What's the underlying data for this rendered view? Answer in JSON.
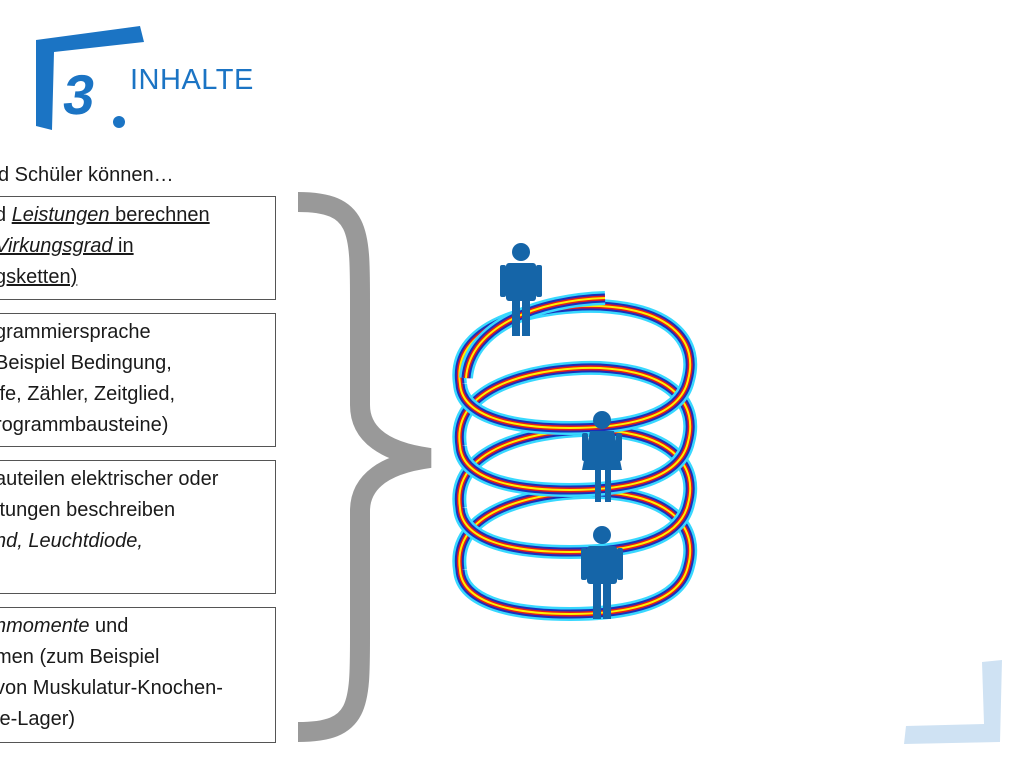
{
  "header": {
    "logo_number": "3",
    "title": "INHALTE"
  },
  "intro": "d Schüler können…",
  "boxes": [
    {
      "lines": [
        {
          "parts": [
            {
              "text": "d ",
              "style": ""
            },
            {
              "text": "Leistungen",
              "style": "u i"
            },
            {
              "text": " berechnen",
              "style": "u"
            }
          ]
        },
        {
          "parts": [
            {
              "text": "Virkungsgrad",
              "style": "u i"
            },
            {
              "text": " in",
              "style": "u"
            }
          ]
        },
        {
          "parts": [
            {
              "text": "gsketten)",
              "style": "u"
            }
          ]
        }
      ]
    },
    {
      "lines": [
        {
          "parts": [
            {
              "text": "grammiersprache",
              "style": ""
            }
          ]
        },
        {
          "parts": [
            {
              "text": "Beispiel Bedingung,",
              "style": ""
            }
          ]
        },
        {
          "parts": [
            {
              "text": "ife, Zähler, Zeitglied,",
              "style": ""
            }
          ]
        },
        {
          "parts": [
            {
              "text": "rogrammbausteine)",
              "style": ""
            }
          ]
        }
      ]
    },
    {
      "lines": [
        {
          "parts": [
            {
              "text": "auteilen elektrischer oder",
              "style": ""
            }
          ]
        },
        {
          "parts": [
            {
              "text": "ltungen beschreiben",
              "style": ""
            }
          ]
        },
        {
          "parts": [
            {
              "text": "nd, Leuchtdiode,",
              "style": "i"
            }
          ]
        }
      ]
    },
    {
      "lines": [
        {
          "parts": [
            {
              "text": "nmomente",
              "style": "i"
            },
            {
              "text": " und",
              "style": ""
            }
          ]
        },
        {
          "parts": [
            {
              "text": "men (zum Beispiel",
              "style": ""
            }
          ]
        },
        {
          "parts": [
            {
              "text": "von Muskulatur-Knochen-",
              "style": ""
            }
          ]
        },
        {
          "parts": [
            {
              "text": "le-Lager)",
              "style": ""
            }
          ]
        }
      ]
    }
  ],
  "colors": {
    "brand_blue": "#1b74c4",
    "light_blue": "#cfe2f3",
    "brace_gray": "#999999",
    "person_blue": "#1565a8",
    "spiral": [
      "#ffef00",
      "#e51c1c",
      "#1c2fb8",
      "#22c4f0",
      "#38d8ff"
    ]
  },
  "icons": {
    "figures": [
      "person-man-icon",
      "person-woman-icon",
      "person-man-icon"
    ]
  }
}
